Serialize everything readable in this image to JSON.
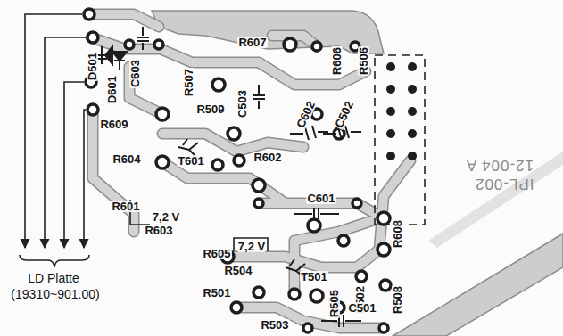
{
  "diagram": {
    "labels": [
      "D501",
      "D601",
      "C603",
      "R507",
      "R607",
      "C503",
      "R606",
      "R506",
      "C602",
      "C502",
      "R609",
      "R509",
      "R604",
      "T601",
      "R602",
      "R601",
      "R603",
      "7,2 V",
      "R605",
      "C601",
      "R608",
      "7,2 V",
      "R504",
      "T501",
      "R505",
      "R502",
      "R508",
      "R501",
      "R503",
      "C501",
      "LD Platte",
      "(19310~901.00)",
      "12-004 A",
      "IPL-002"
    ]
  }
}
